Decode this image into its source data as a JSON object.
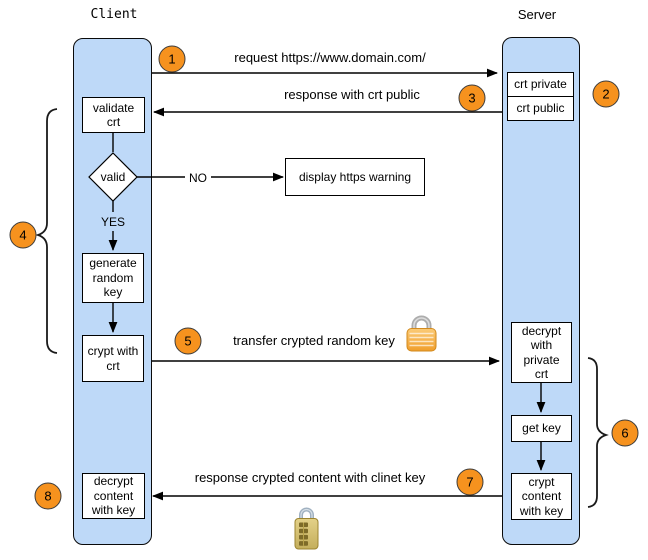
{
  "diagram": {
    "client": {
      "actor_label": "Client",
      "steps": {
        "validate_crt": "validate\ncrt",
        "decision_condition": "valid",
        "generate_key": "generate\nrandom\nkey",
        "crypt_with_crt": "crypt with\ncrt",
        "decrypt_content": "decrypt\ncontent\nwith key"
      }
    },
    "server": {
      "actor_label": "Server",
      "steps": {
        "crt_private": "crt private",
        "crt_public": "crt public",
        "decrypt_private": "decrypt\nwith\nprivate\ncrt",
        "get_key": "get key",
        "crypt_content": "crypt\ncontent\nwith key"
      }
    },
    "messages": {
      "request": "request https://www.domain.com/",
      "response_public": "response with crt public",
      "transfer_key": "transfer crypted random key",
      "response_content": "response crypted content with clinet key"
    },
    "decision": {
      "no_label": "NO",
      "yes_label": "YES",
      "warning": "display https warning"
    },
    "badges": {
      "b1": "1",
      "b2": "2",
      "b3": "3",
      "b4": "4",
      "b5": "5",
      "b6": "6",
      "b7": "7",
      "b8": "8"
    },
    "icons": {
      "transfer_lock": "closed-padlock",
      "content_lock": "combination-padlock"
    },
    "colors": {
      "lifeline_fill": "#BED9F8",
      "badge_fill": "#F6921E",
      "box_fill": "#FFFFFF",
      "line": "#000000",
      "lock_gold": "#F09E2C",
      "lock_brass": "#C9B35A"
    }
  }
}
